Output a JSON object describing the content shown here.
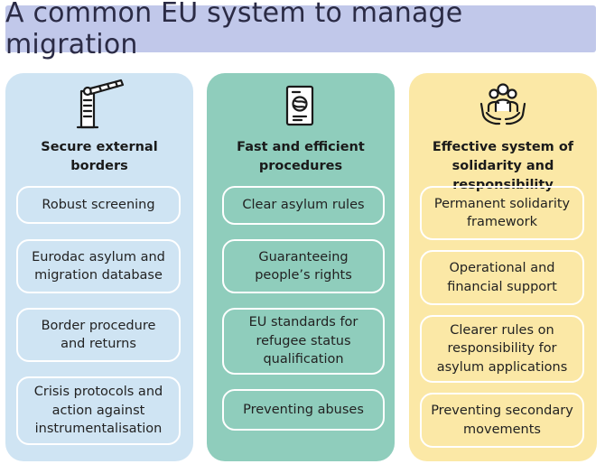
{
  "title": "A common EU system to manage migration",
  "columns": [
    {
      "heading": "Secure external\nborders",
      "icon": "border-barrier-icon",
      "items": [
        "Robust screening",
        "Eurodac asylum and\nmigration database",
        "Border procedure\nand returns",
        "Crisis protocols and\naction against\ninstrumentalisation"
      ]
    },
    {
      "heading": "Fast and efficient\nprocedures",
      "icon": "passport-icon",
      "items": [
        "Clear asylum rules",
        "Guaranteeing\npeople’s rights",
        "EU standards for\nrefugee status\nqualification",
        "Preventing abuses"
      ]
    },
    {
      "heading": "Effective system of\nsolidarity and responsibility",
      "icon": "people-in-hands-icon",
      "items": [
        "Permanent solidarity\nframework",
        "Operational and\nfinancial support",
        "Clearer rules on\nresponsibility for\nasylum applications",
        "Preventing secondary\nmovements"
      ]
    }
  ],
  "colors": {
    "title_bg": "#c1c8ea",
    "column_1_bg": "#cfe4f3",
    "column_2_bg": "#8fcdbc",
    "column_3_bg": "#fbe8a6",
    "box_border": "#ffffff"
  }
}
